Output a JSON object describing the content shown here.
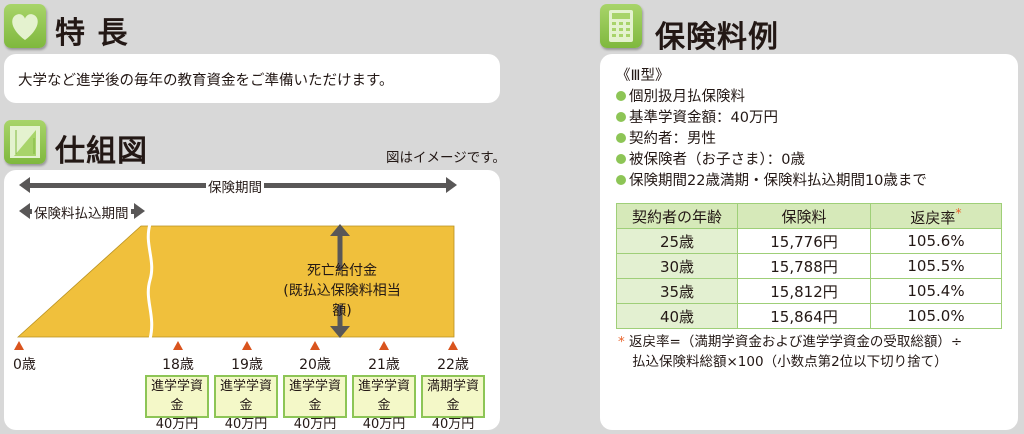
{
  "features": {
    "title": "特 長",
    "text": "大学など進学後の毎年の教育資金をご準備いただけます。"
  },
  "mechanism": {
    "title": "仕組図",
    "note": "図はイメージです。",
    "insurance_period": "保険期間",
    "payment_period": "保険料払込期間",
    "death_benefit": [
      "死亡給付金",
      "(既払込保険料相当額)"
    ],
    "ages": [
      "0歳",
      "18歳",
      "19歳",
      "20歳",
      "21歳",
      "22歳"
    ],
    "benefits": [
      {
        "name": "進学学資金",
        "amount": "40万円"
      },
      {
        "name": "進学学資金",
        "amount": "40万円"
      },
      {
        "name": "進学学資金",
        "amount": "40万円"
      },
      {
        "name": "進学学資金",
        "amount": "40万円"
      },
      {
        "name": "満期学資金",
        "amount": "40万円"
      }
    ]
  },
  "example": {
    "title": "保険料例",
    "type": "《Ⅲ型》",
    "conditions": [
      "個別扱月払保険料",
      "基準学資金額：40万円",
      "契約者：男性",
      "被保険者（お子さま）：0歳",
      "保険期間22歳満期・保険料払込期間10歳まで"
    ],
    "table": {
      "headers": [
        "契約者の年齢",
        "保険料",
        "返戻率"
      ],
      "header_mark": "*",
      "rows": [
        [
          "25歳",
          "15,776円",
          "105.6%"
        ],
        [
          "30歳",
          "15,788円",
          "105.5%"
        ],
        [
          "35歳",
          "15,812円",
          "105.4%"
        ],
        [
          "40歳",
          "15,864円",
          "105.0%"
        ]
      ]
    },
    "footnote_mark": "*",
    "footnote": [
      "返戻率=（満期学資金および進学学資金の受取総額）÷",
      "払込保険料総額×100（小数点第2位以下切り捨て）"
    ]
  },
  "colors": {
    "green": "#8dc556",
    "yellow": "#f0c03c",
    "red": "#d9541e",
    "gray": "#595757"
  }
}
